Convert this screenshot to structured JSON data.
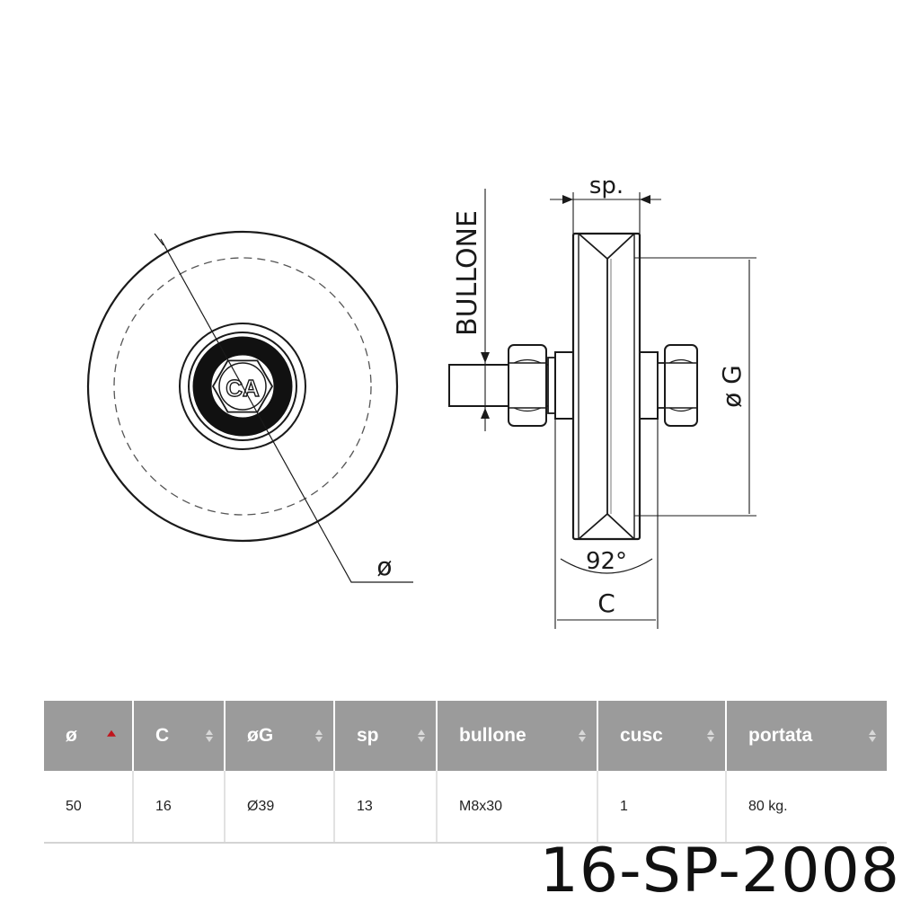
{
  "drawing": {
    "front_view": {
      "diameter_symbol": "ø",
      "logo_text": "CA"
    },
    "side_view": {
      "bolt_label": "BULLONE",
      "thickness_label": "sp.",
      "groove_diameter_label": "ø G",
      "groove_angle_label": "92°",
      "width_label": "C"
    }
  },
  "table": {
    "headers": [
      {
        "label": "ø",
        "sort": "asc"
      },
      {
        "label": "C",
        "sort": "none"
      },
      {
        "label": "øG",
        "sort": "none"
      },
      {
        "label": "sp",
        "sort": "none"
      },
      {
        "label": "bullone",
        "sort": "none"
      },
      {
        "label": "cusc",
        "sort": "none"
      },
      {
        "label": "portata",
        "sort": "none"
      }
    ],
    "rows": [
      [
        "50",
        "16",
        "Ø39",
        "13",
        "M8x30",
        "1",
        "80 kg."
      ]
    ],
    "colors": {
      "header_bg": "#9b9b9b",
      "sort_active": "#c0141c"
    }
  },
  "product_code": "16-SP-2008"
}
